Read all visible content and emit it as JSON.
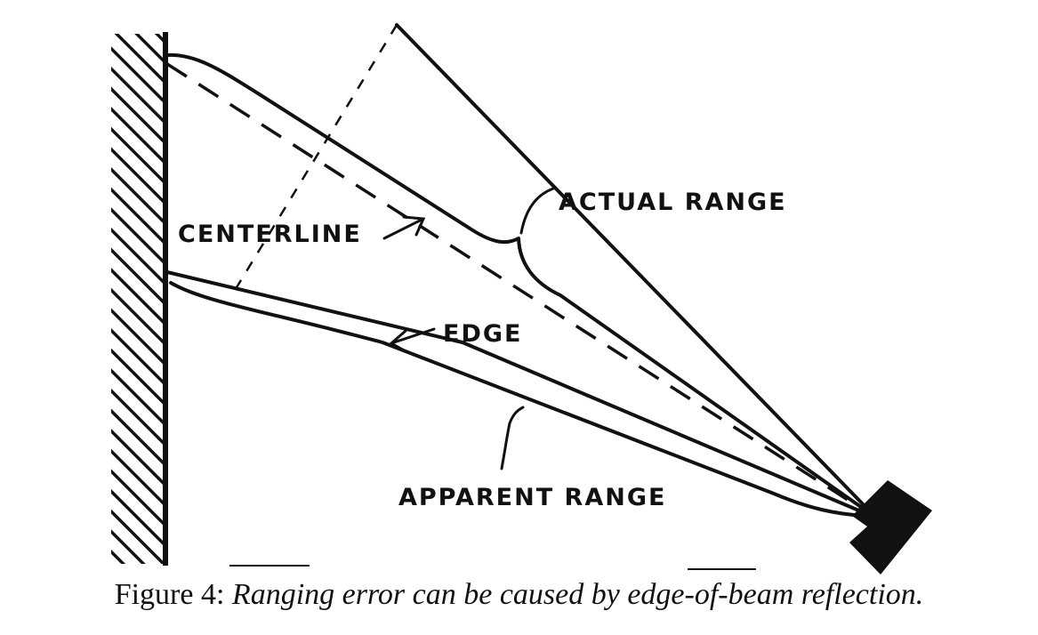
{
  "labels": {
    "actual_range": "ACTUAL RANGE",
    "centerline": "CENTERLINE",
    "edge": "EDGE",
    "apparent_range": "APPARENT RANGE"
  },
  "caption": {
    "number": "Figure 4:",
    "text": "Ranging error can be caused by edge-of-beam reflection."
  }
}
